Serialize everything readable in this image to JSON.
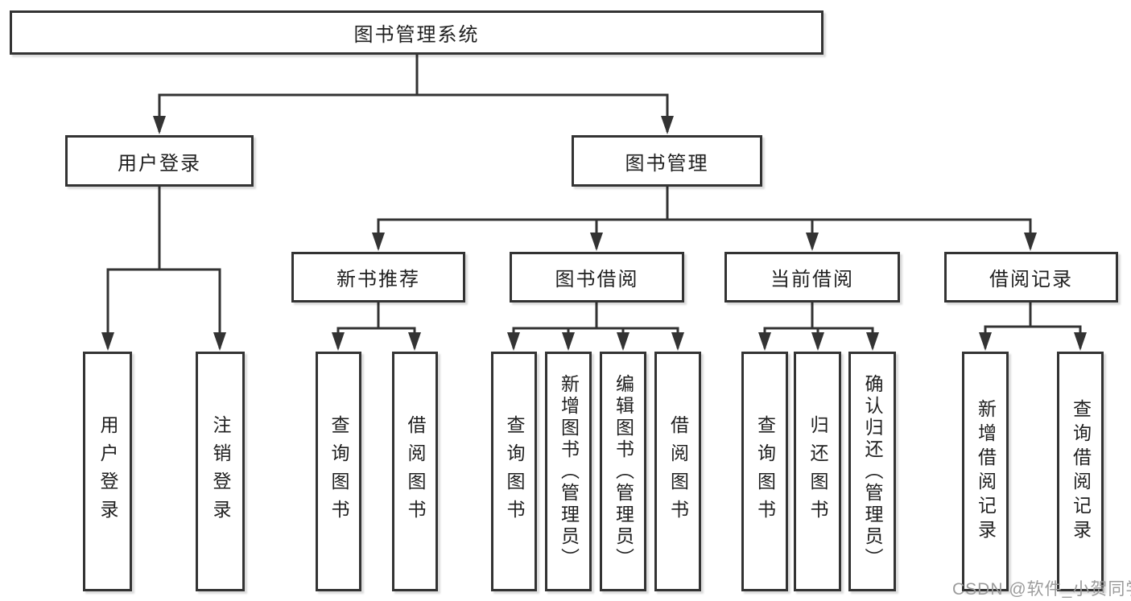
{
  "tree": {
    "label": "图书管理系统",
    "children": [
      {
        "label": "用户登录",
        "children": [
          {
            "label": "用户登录"
          },
          {
            "label": "注销登录"
          }
        ]
      },
      {
        "label": "图书管理",
        "children": [
          {
            "label": "新书推荐",
            "children": [
              {
                "label": "查询图书"
              },
              {
                "label": "借阅图书"
              }
            ]
          },
          {
            "label": "图书借阅",
            "children": [
              {
                "label": "查询图书"
              },
              {
                "label": "新增图书（管理员）"
              },
              {
                "label": "编辑图书（管理员）"
              },
              {
                "label": "借阅图书"
              }
            ]
          },
          {
            "label": "当前借阅",
            "children": [
              {
                "label": "查询图书"
              },
              {
                "label": "归还图书"
              },
              {
                "label": "确认归还（管理员）"
              }
            ]
          },
          {
            "label": "借阅记录",
            "children": [
              {
                "label": "新增借阅记录"
              },
              {
                "label": "查询借阅记录"
              }
            ]
          }
        ]
      }
    ]
  },
  "watermark": {
    "text": "CSDN @软件_小贺同学"
  },
  "colors": {
    "line": "#333333",
    "box_background": "#ffffff",
    "text": "#1f1f1f",
    "watermark": "#9c9c9c"
  }
}
